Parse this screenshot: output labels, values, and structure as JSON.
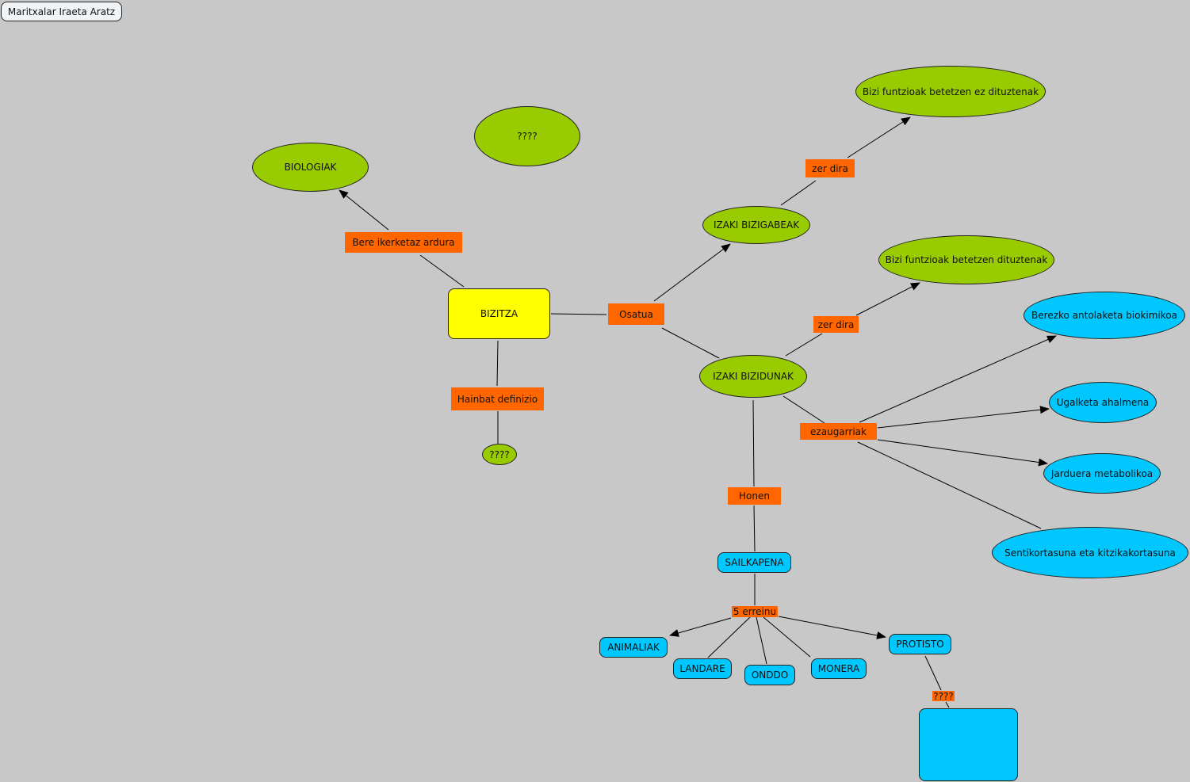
{
  "author": "Maritxalar Iraeta Aratz",
  "concepts": {
    "biologiak": "BIOLOGIAK",
    "unknown_top": "????",
    "bizitza": "BIZITZA",
    "unknown_small": "????",
    "bizigabeak": "IZAKI BIZIGABEAK",
    "ez_dituztenak": "Bizi funtzioak betetzen ez dituztenak",
    "dituztenak": "Bizi funtzioak betetzen dituztenak",
    "bizidunak": "IZAKI BIZIDUNAK",
    "berezko": "Berezko antolaketa biokimikoa",
    "ugalketa": "Ugalketa ahalmena",
    "jarduera": "Jarduera metabolikoa",
    "sentikortasuna": "Sentikortasuna eta kitzikakortasuna",
    "sailkapena": "SAILKAPENA",
    "animaliak": "ANIMALIAK",
    "landare": "LANDARE",
    "onddo": "ONDDO",
    "monera": "MONERA",
    "protisto": "PROTISTO",
    "empty": ""
  },
  "links": {
    "bere": "Bere ikerketaz ardura",
    "osatua": "Osatua",
    "hainbat": "Hainbat definizio",
    "zer_dira_1": "zer dira",
    "zer_dira_2": "zer dira",
    "ezaugarriak": "ezaugarriak",
    "honen": "Honen",
    "erreinu": "5 erreinu",
    "protisto_link": "????"
  },
  "colors": {
    "background": "#c8c8c8",
    "green": "#99cc00",
    "orange": "#ff6600",
    "blue": "#00c8ff",
    "yellow": "#ffff00"
  }
}
